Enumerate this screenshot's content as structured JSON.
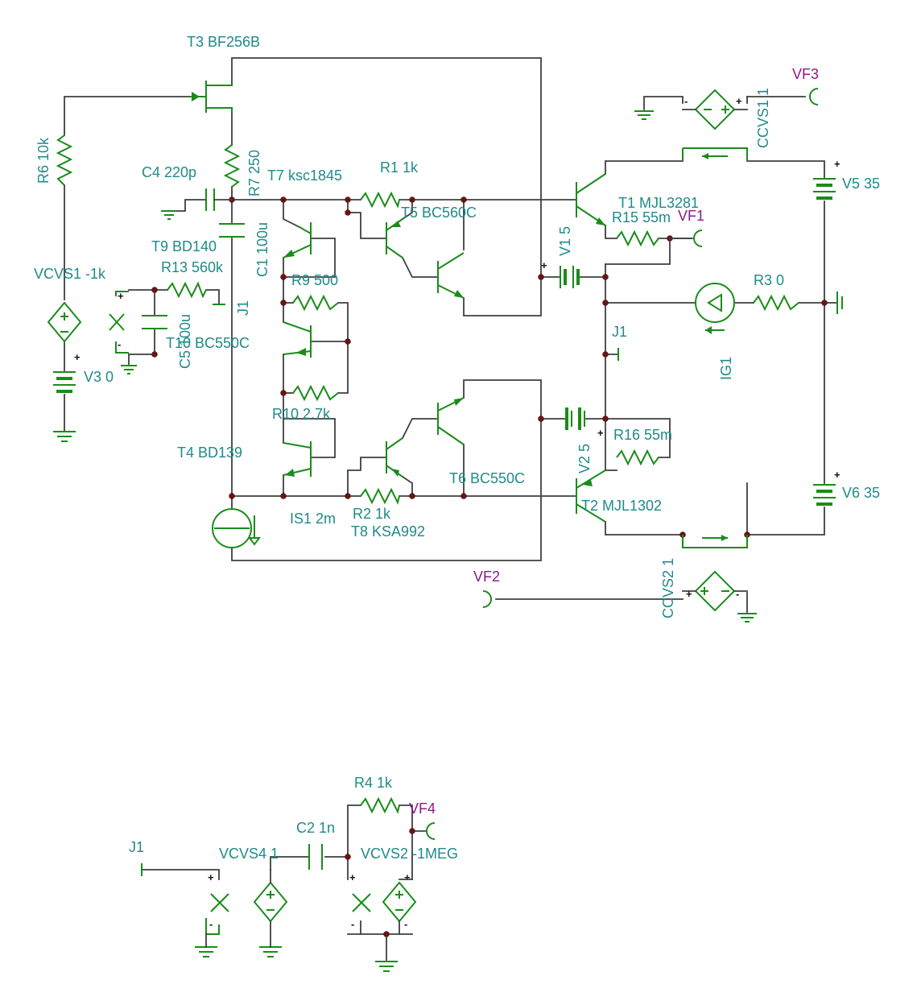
{
  "labels": {
    "t3": "T3 BF256B",
    "r6": "R6 10k",
    "c4": "C4 220p",
    "r7": "R7 250",
    "t7": "T7 ksc1845",
    "r1": "R1 1k",
    "t5": "T5 BC560C",
    "t1": "T1 MJL3281",
    "r15": "R15 55m",
    "v1": "V1 5",
    "c1": "C1 100u",
    "t9": "T9 BD140",
    "r13": "R13 560k",
    "vcvs1": "VCVS1 -1k",
    "r9": "R9 500",
    "j1a": "J1",
    "c5": "C5 100u",
    "t10": "T10 BC550C",
    "v3": "V3 0",
    "r10": "R10 2.7k",
    "t4": "T4 BD139",
    "is1": "IS1 2m",
    "r2": "R2 1k",
    "t8": "T8 KSA992",
    "t6": "T6 BC550C",
    "v2": "V2 5",
    "r16": "R16 55m",
    "t2": "T2 MJL1302",
    "j1b": "J1",
    "ig1": "IG1",
    "r3": "R3 0",
    "v5": "V5 35",
    "v6": "V6 35",
    "ccvs1": "CCVS1 1",
    "ccvs2": "CCVS2 1",
    "r4": "R4 1k",
    "c2": "C2 1n",
    "j1c": "J1",
    "vcvs4": "VCVS4 1",
    "vcvs2": "VCVS2 -1MEG"
  },
  "probes": {
    "vf1": "VF1",
    "vf2": "VF2",
    "vf3": "VF3",
    "vf4": "VF4"
  }
}
